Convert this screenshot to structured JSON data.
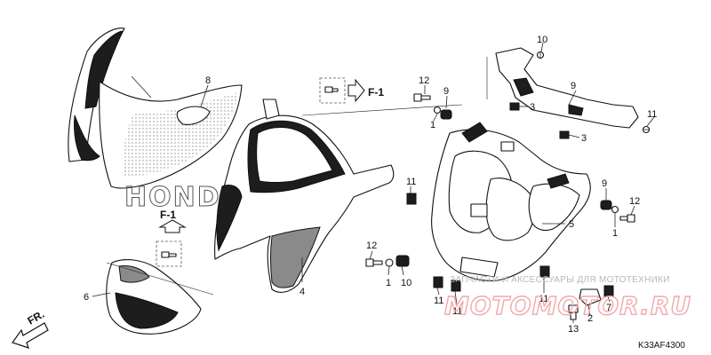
{
  "diagram": {
    "code": "K33AF4300",
    "front_marker": "FR.",
    "ref_marks": [
      "F-1",
      "F-1"
    ],
    "emblem_text": "HONDA",
    "callouts": [
      "1",
      "1",
      "1",
      "2",
      "3",
      "3",
      "4",
      "5",
      "6",
      "7",
      "8",
      "9",
      "9",
      "9",
      "10",
      "10",
      "11",
      "11",
      "11",
      "11",
      "11",
      "12",
      "12",
      "12",
      "13"
    ]
  },
  "watermark": {
    "line": "ЗАПЧАСТИ И АКСЕССУАРЫ ДЛЯ МОТОТЕХНИКИ",
    "site": "MOTOMOTOR.RU"
  }
}
